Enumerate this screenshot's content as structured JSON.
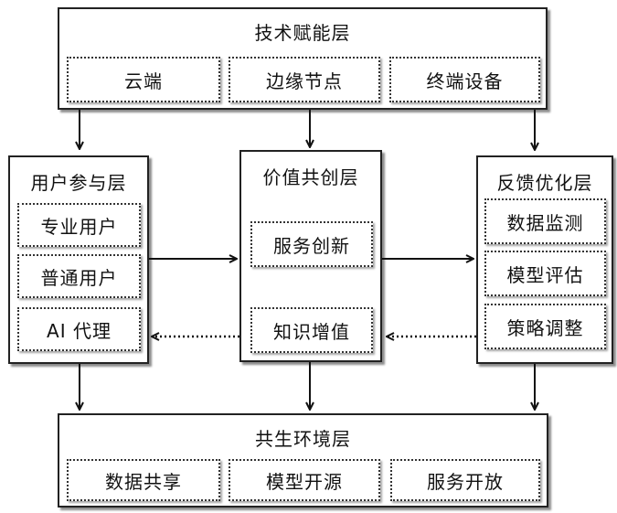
{
  "layers": {
    "tech": {
      "title": "技术赋能层",
      "items": [
        "云端",
        "边缘节点",
        "终端设备"
      ]
    },
    "user": {
      "title": "用户参与层",
      "items": [
        "专业用户",
        "普通用户",
        "AI 代理"
      ]
    },
    "value": {
      "title": "价值共创层",
      "items": [
        "服务创新",
        "知识增值"
      ]
    },
    "feedback": {
      "title": "反馈优化层",
      "items": [
        "数据监测",
        "模型评估",
        "策略调整"
      ]
    },
    "eco": {
      "title": "共生环境层",
      "items": [
        "数据共享",
        "模型开源",
        "服务开放"
      ]
    }
  }
}
